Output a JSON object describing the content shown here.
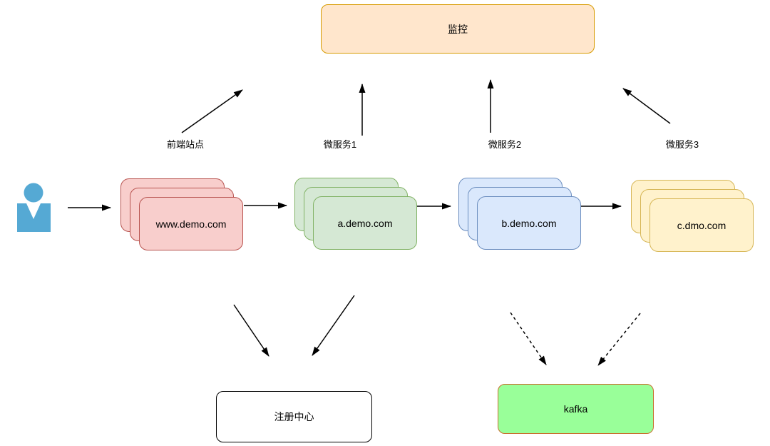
{
  "diagram": {
    "title": "microservices-architecture-diagram",
    "nodes": {
      "monitoring": {
        "label": "监控",
        "fill": "#FFE6CC",
        "stroke": "#D79B00"
      },
      "frontend": {
        "label": "www.demo.com",
        "fill": "#F8CECC",
        "stroke": "#B85450"
      },
      "service_a": {
        "label": "a.demo.com",
        "fill": "#D5E8D4",
        "stroke": "#82B366"
      },
      "service_b": {
        "label": "b.demo.com",
        "fill": "#DAE8FC",
        "stroke": "#6C8EBF"
      },
      "service_c": {
        "label": "c.dmo.com",
        "fill": "#FFF2CC",
        "stroke": "#D6B656"
      },
      "registry": {
        "label": "注册中心",
        "fill": "#FFFFFF",
        "stroke": "#000000"
      },
      "kafka": {
        "label": "kafka",
        "fill": "#99FF99",
        "stroke": "#C8702E"
      }
    },
    "edge_labels": {
      "frontend_site": "前端站点",
      "microservice_1": "微服务1",
      "microservice_2": "微服务2",
      "microservice_3": "微服务3"
    },
    "edges": [
      {
        "from": "user",
        "to": "frontend",
        "style": "solid"
      },
      {
        "from": "frontend",
        "to": "service_a",
        "style": "solid"
      },
      {
        "from": "service_a",
        "to": "service_b",
        "style": "solid"
      },
      {
        "from": "service_b",
        "to": "service_c",
        "style": "solid"
      },
      {
        "from": "frontend",
        "to": "monitoring",
        "style": "solid",
        "label": "前端站点"
      },
      {
        "from": "service_a",
        "to": "monitoring",
        "style": "solid",
        "label": "微服务1"
      },
      {
        "from": "service_b",
        "to": "monitoring",
        "style": "solid",
        "label": "微服务2"
      },
      {
        "from": "service_c",
        "to": "monitoring",
        "style": "solid",
        "label": "微服务3"
      },
      {
        "from": "frontend",
        "to": "registry",
        "style": "solid"
      },
      {
        "from": "service_a",
        "to": "registry",
        "style": "solid"
      },
      {
        "from": "service_b",
        "to": "kafka",
        "style": "dashed"
      },
      {
        "from": "service_c",
        "to": "kafka",
        "style": "dashed"
      }
    ],
    "user_icon": {
      "name": "user-icon",
      "color": "#55A9D4"
    },
    "edge_color": "#000000",
    "background": "#FFFFFF"
  }
}
